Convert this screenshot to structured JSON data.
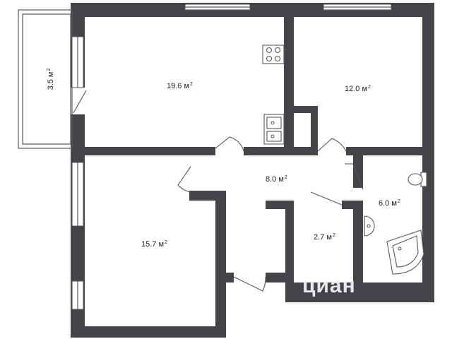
{
  "floorplan": {
    "unit_superscript": "2",
    "rooms": [
      {
        "id": "balcony",
        "area": "3.5 м",
        "name": "balcony-area-label"
      },
      {
        "id": "kitchen",
        "area": "19.6 м",
        "name": "kitchen-area-label"
      },
      {
        "id": "bedroom",
        "area": "12.0 м",
        "name": "bedroom-area-label"
      },
      {
        "id": "hallway",
        "area": "8.0 м",
        "name": "hallway-area-label"
      },
      {
        "id": "bathroom",
        "area": "6.0 м",
        "name": "bathroom-area-label"
      },
      {
        "id": "living-room",
        "area": "15.7 м",
        "name": "living-room-area-label"
      },
      {
        "id": "storage",
        "area": "2.7 м",
        "name": "storage-area-label"
      }
    ],
    "watermark": "циан",
    "icons": [
      "stove-icon",
      "sink-icon",
      "toilet-icon",
      "washbasin-icon",
      "bathtub-icon"
    ]
  }
}
